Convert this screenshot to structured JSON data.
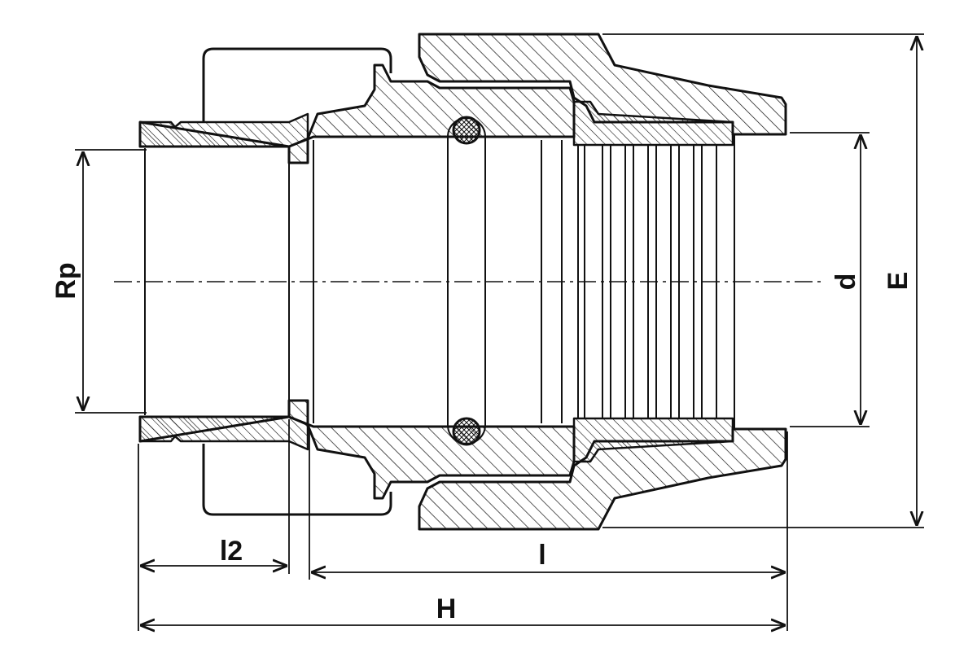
{
  "diagram": {
    "labels": {
      "rp": "Rp",
      "d": "d",
      "e": "E",
      "l2": "l2",
      "l": "l",
      "h": "H"
    },
    "colors": {
      "line": "#111111",
      "background": "#ffffff"
    }
  }
}
